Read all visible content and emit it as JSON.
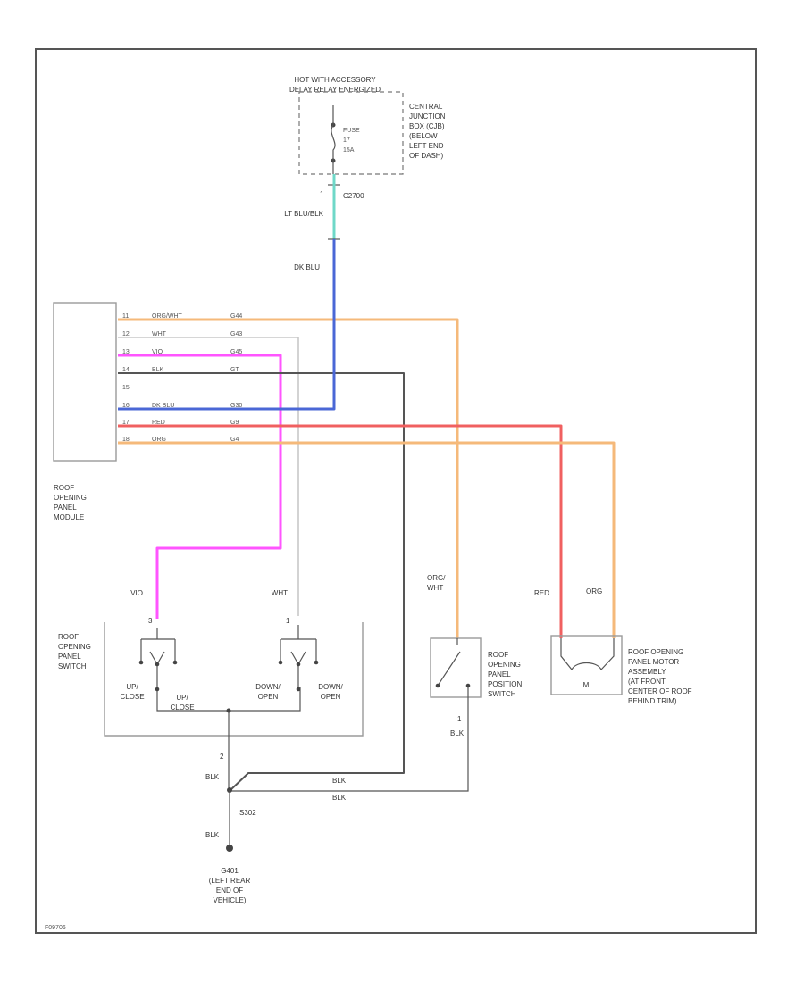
{
  "colors": {
    "org_wht": "#f5b97a",
    "wht": "#c8c8c8",
    "vio": "#ff55ff",
    "blk": "#555555",
    "dk_blu": "#4a67d6",
    "lt_blu_blk": "#6fd8c8",
    "red": "#f06060",
    "org": "#f5b97a",
    "frame": "#555555"
  },
  "power": {
    "header": "HOT WITH ACCESSORY\nDELAY RELAY ENERGIZED",
    "fuse_label": "FUSE\n17\n15A",
    "cjb_label": "CENTRAL\nJUNCTION\nBOX (CJB)\n(BELOW\nLEFT END\nOF DASH)",
    "pin": "1",
    "connector": "C2700",
    "wire_top": "LT BLU/BLK",
    "wire_main": "DK BLU"
  },
  "module": {
    "label": "ROOF\nOPENING\nPANEL\nMODULE",
    "pins": [
      {
        "pin": "11",
        "color": "ORG/WHT",
        "circuit": "G44"
      },
      {
        "pin": "12",
        "color": "WHT",
        "circuit": "G43"
      },
      {
        "pin": "13",
        "color": "VIO",
        "circuit": "G45"
      },
      {
        "pin": "14",
        "color": "BLK",
        "circuit": "GT"
      },
      {
        "pin": "15",
        "color": "",
        "circuit": ""
      },
      {
        "pin": "16",
        "color": "DK BLU",
        "circuit": "G30"
      },
      {
        "pin": "17",
        "color": "RED",
        "circuit": "G9"
      },
      {
        "pin": "18",
        "color": "ORG",
        "circuit": "G4"
      }
    ]
  },
  "switch": {
    "label": "ROOF\nOPENING\nPANEL\nSWITCH",
    "wire_left": "VIO",
    "wire_right": "WHT",
    "pin_left": "3",
    "pin_right": "1",
    "pos_a": "UP/\nCLOSE",
    "pos_b": "UP/\nCLOSE",
    "pos_c": "DOWN/\nOPEN",
    "pos_d": "DOWN/\nOPEN",
    "ground_pin": "2",
    "ground_wire": "BLK"
  },
  "position_switch": {
    "label": "ROOF\nOPENING\nPANEL\nPOSITION\nSWITCH",
    "wire": "ORG/\nWHT",
    "ground_pin": "1",
    "ground_wire": "BLK"
  },
  "motor": {
    "label": "ROOF OPENING\nPANEL MOTOR\nASSEMBLY\n(AT FRONT\nCENTER OF ROOF\nBEHIND TRIM)",
    "wire_left": "RED",
    "wire_right": "ORG",
    "symbol": "M"
  },
  "ground": {
    "splice": "S302",
    "wire_a": "BLK",
    "wire_b": "BLK",
    "wire_bottom": "BLK",
    "label": "G401\n(LEFT REAR\nEND OF\nVEHICLE)"
  },
  "figure_id": "F09706"
}
